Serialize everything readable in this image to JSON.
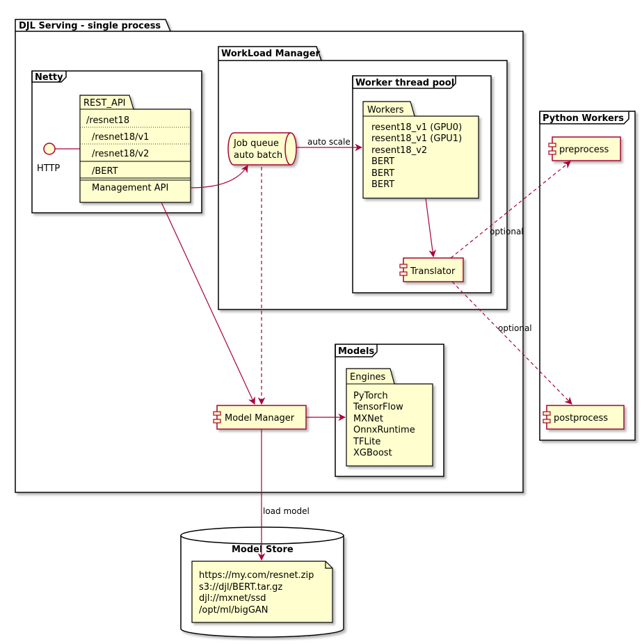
{
  "diagram": {
    "djl_title": "DJL Serving - single process",
    "workload_title": "WorkLoad Manager",
    "netty_title": "Netty",
    "pool_title": "Worker thread pool",
    "python_title": "Python Workers",
    "models_title": "Models",
    "http_label": "HTTP",
    "rest_api": {
      "title": "REST_API",
      "items": [
        "/resnet18",
        "/resnet18/v1",
        "/resnet18/v2",
        "/BERT",
        "Management API"
      ]
    },
    "job_queue": [
      "Job queue",
      "auto batch"
    ],
    "workers": {
      "title": "Workers",
      "items": [
        "resent18_v1 (GPU0)",
        "resent18_v1 (GPU1)",
        "resent18_v2",
        "BERT",
        "BERT",
        "BERT"
      ]
    },
    "translator": "Translator",
    "preprocess": "preprocess",
    "postprocess": "postprocess",
    "model_manager": "Model Manager",
    "engines": {
      "title": "Engines",
      "items": [
        "PyTorch",
        "TensorFlow",
        "MXNet",
        "OnnxRuntime",
        "TFLite",
        "XGBoost"
      ]
    },
    "model_store": {
      "title": "Model Store",
      "items": [
        "https://my.com/resnet.zip",
        "s3://djl/BERT.tar.gz",
        "djl://mxnet/ssd",
        "/opt/ml/bigGAN"
      ]
    },
    "edges": {
      "auto_scale": "auto scale",
      "optional_pre": "optional",
      "optional_post": "optional",
      "load_model": "load model"
    }
  },
  "colors": {
    "note_fill": "#FEFECE",
    "arrow": "#A80036",
    "border": "#000000"
  }
}
